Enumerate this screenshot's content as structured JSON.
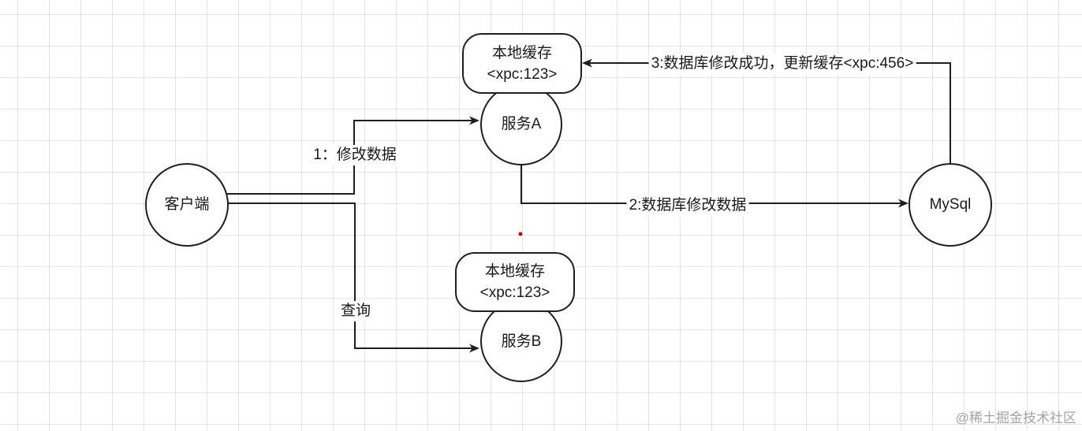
{
  "colors": {
    "line": "#1f1f1f",
    "text": "#1a1a1a",
    "grid": "#e5e5e5",
    "dot": "#d40000",
    "watermark": "#a3a3a3"
  },
  "nodes": {
    "client": {
      "label": "客户端"
    },
    "service_a": {
      "label": "服务A"
    },
    "cache_a": {
      "line1": "本地缓存",
      "line2": "<xpc:123>"
    },
    "service_b": {
      "label": "服务B"
    },
    "cache_b": {
      "line1": "本地缓存",
      "line2": "<xpc:123>"
    },
    "mysql": {
      "label": "MySql"
    }
  },
  "edges": {
    "client_to_service_a": {
      "label": "1：修改数据"
    },
    "client_to_service_b": {
      "label": "查询"
    },
    "service_a_to_mysql": {
      "label": "2:数据库修改数据"
    },
    "mysql_to_cache_a": {
      "label": "3:数据库修改成功，更新缓存<xpc:456>"
    }
  },
  "watermark": "@稀土掘金技术社区"
}
